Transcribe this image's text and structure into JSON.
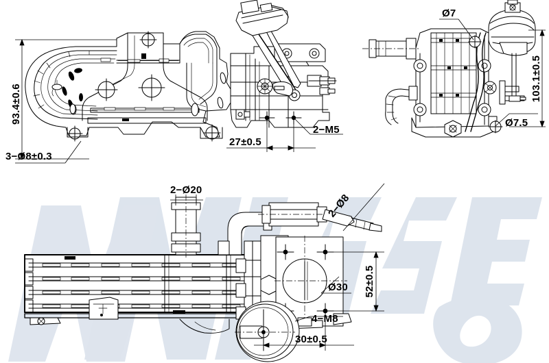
{
  "drawing": {
    "kind": "engineering-drawing",
    "subject": "EGR cooler with valve assembly",
    "background_color": "#ffffff",
    "line_color": "#000000",
    "watermark": {
      "text": "NISSENS",
      "color": "#dde4ed",
      "style": "italic-bold-outline"
    },
    "views": [
      {
        "id": "top-left-view",
        "name": "Front / plan view with mounting bracket"
      },
      {
        "id": "top-right-view",
        "name": "Side view with vacuum actuator"
      },
      {
        "id": "bottom-view",
        "name": "Bottom assembly view with cooler matrix"
      }
    ],
    "dimensions": {
      "height_93_4": "93.4±0.6",
      "holes_3_d8": "3−Ø8±0.3",
      "dist_27": "27±0.5",
      "threads_2_m5": "2−M5",
      "hole_d7": "Ø7",
      "height_103_1": "103.1±0.5",
      "hole_d7_5": "Ø7.5",
      "ports_2_d20": "2−Ø20",
      "ports_2_d8": "2−Ø8",
      "bore_d30": "Ø30",
      "height_52": "52±0.5",
      "threads_4_m8": "4−M8",
      "dist_30": "30±0.5"
    }
  }
}
